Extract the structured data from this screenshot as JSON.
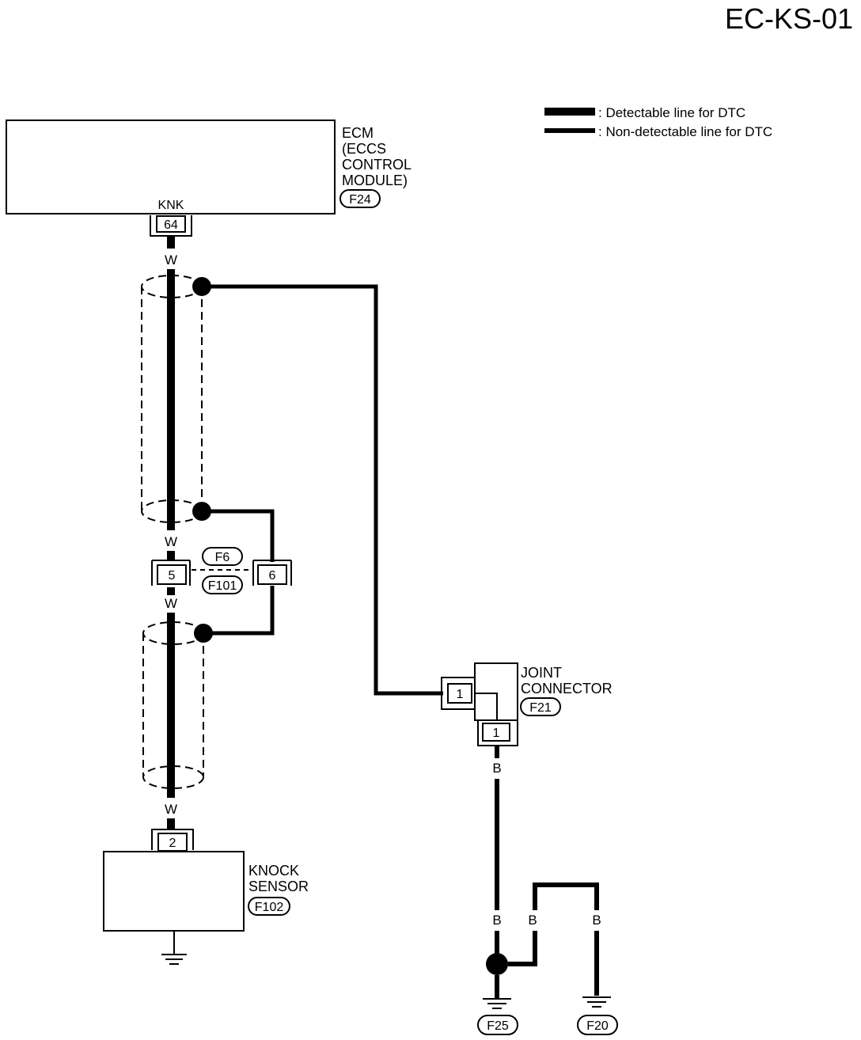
{
  "page_id": "EC-KS-01",
  "legend": {
    "detectable": ": Detectable line for DTC",
    "non_detectable": ": Non-detectable line for DTC"
  },
  "ecm": {
    "label_lines": [
      "ECM",
      "(ECCS",
      "CONTROL",
      "MODULE)"
    ],
    "connector": "F24",
    "terminal_name": "KNK",
    "pin": "64"
  },
  "shield_connector": {
    "pin_left": "5",
    "pin_right": "6",
    "connector_top": "F6",
    "connector_bottom": "F101"
  },
  "knock_sensor": {
    "label_lines": [
      "KNOCK",
      "SENSOR"
    ],
    "connector": "F102",
    "pin": "2"
  },
  "joint_connector": {
    "label_lines": [
      "JOINT",
      "CONNECTOR"
    ],
    "connector": "F21",
    "pin_left": "1",
    "pin_bottom": "1"
  },
  "wire_colors": {
    "ecm_out": "W",
    "shield_upper_out": "W",
    "shield_lower_in": "W",
    "sensor_in": "W",
    "joint_out": "B",
    "ground_left": "B",
    "ground_mid": "B",
    "ground_right": "B"
  },
  "grounds": {
    "left": "F25",
    "right": "F20"
  }
}
